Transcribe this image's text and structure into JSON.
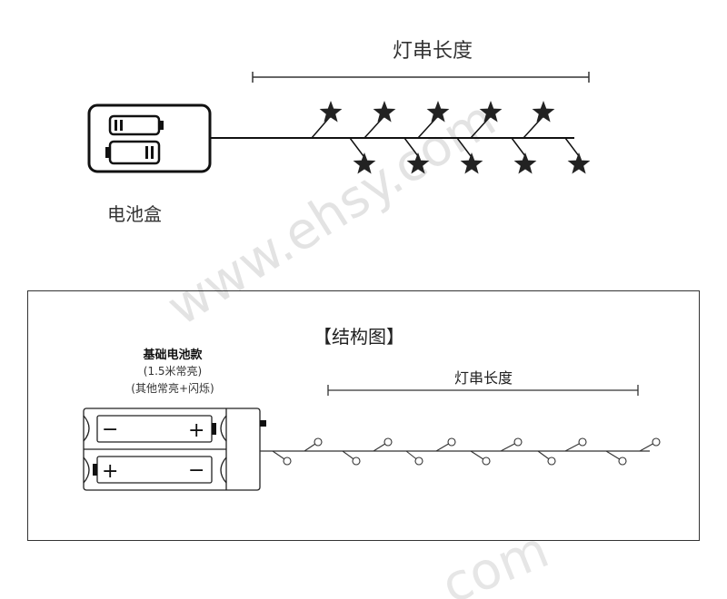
{
  "top_diagram": {
    "length_label": "灯串长度",
    "battery_box_label": "电池盒"
  },
  "structure_diagram": {
    "title": "【结构图】",
    "basic_model_title": "基础电池款",
    "basic_model_line1": "(1.5米常亮)",
    "basic_model_line2": "(其他常亮+闪烁)",
    "length_label": "灯串长度",
    "battery_slot_top": {
      "left_symbol": "−",
      "right_symbol": "+"
    },
    "battery_slot_bottom": {
      "left_symbol": "+",
      "right_symbol": "−"
    }
  },
  "watermark": {
    "text": "www.ehsy.com",
    "color": "#d9d9d9"
  }
}
